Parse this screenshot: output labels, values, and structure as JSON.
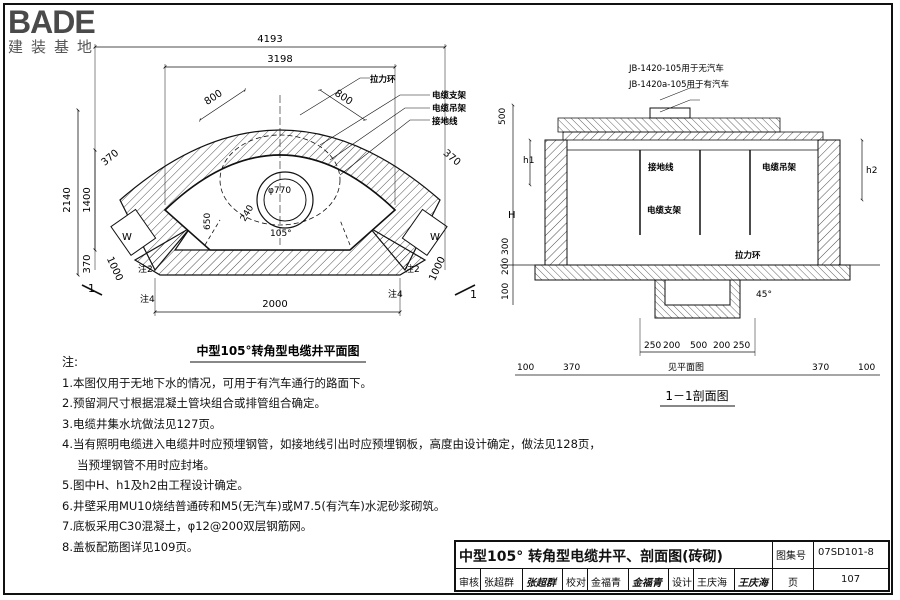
{
  "logo": {
    "main": "BADE",
    "sub": "建装基地"
  },
  "plan": {
    "title": "中型105°转角型电缆井平面图",
    "dims": {
      "overall_width": "4193",
      "inner_width": "3198",
      "diag_left": "800",
      "diag_right": "800",
      "wall_left": "370",
      "wall_right": "370",
      "height_total": "2140",
      "height_main": "1400",
      "bottom_left": "370",
      "bottom_width": "2000",
      "diag_bottom_left": "1000",
      "diag_bottom_right": "1000",
      "hole_dia": "φ770",
      "hole_offset": "240",
      "hole_height": "650",
      "angle": "105°",
      "w_left": "W",
      "w_right": "W"
    },
    "labels": {
      "pull_ring": "拉力环",
      "cable_support": "电缆支架",
      "cable_tray": "电缆吊架",
      "ground_wire": "接地线",
      "note2": "注2",
      "note4a": "注4",
      "note2b": "注2",
      "note4b": "注4",
      "sec_left": "1",
      "sec_right": "1"
    }
  },
  "section": {
    "title": "1－1剖面图",
    "labels": {
      "cover_a": "JB-1420-105用于无汽车",
      "cover_b": "JB-1420a-105用于有汽车",
      "ground_wire": "接地线",
      "cable_tray": "电缆吊架",
      "cable_support": "电缆支架",
      "pull_ring": "拉力环",
      "see_plan": "见平面图",
      "h1": "h1",
      "h2": "h2",
      "H": "H",
      "angle": "45°"
    },
    "dims": {
      "top": "500",
      "d300": "300",
      "d200": "200",
      "d100": "100",
      "b1": "250",
      "b2": "200",
      "b3": "500",
      "b4": "200",
      "b5": "250",
      "l1": "100",
      "l2": "370",
      "r1": "370",
      "r2": "100"
    }
  },
  "notes": {
    "heading": "注:",
    "items": [
      "1.本图仅用于无地下水的情况，可用于有汽车通行的路面下。",
      "2.预留洞尺寸根据混凝土管块组合或排管组合确定。",
      "3.电缆井集水坑做法见127页。",
      "4.当有照明电缆进入电缆井时应预埋钢管，如接地线引出时应预埋钢板，高度由设计确定，做法见128页，",
      "当预埋钢管不用时应封堵。",
      "5.图中H、h1及h2由工程设计确定。",
      "6.井壁采用MU10烧结普通砖和M5(无汽车)或M7.5(有汽车)水泥砂浆砌筑。",
      "7.底板采用C30混凝土，φ12@200双层钢筋网。",
      "8.盖板配筋图详见109页。"
    ]
  },
  "title_block": {
    "title": "中型105° 转角型电缆井平、剖面图(砖砌)",
    "atlas_label": "图集号",
    "atlas_no": "07SD101-8",
    "review_label": "审核",
    "reviewer": "张超群",
    "review_sig": "张超群",
    "check_label": "校对",
    "checker": "金福青",
    "check_sig": "金福青",
    "design_label": "设计",
    "designer": "王庆海",
    "design_sig": "王庆海",
    "page_label": "页",
    "page_no": "107"
  }
}
